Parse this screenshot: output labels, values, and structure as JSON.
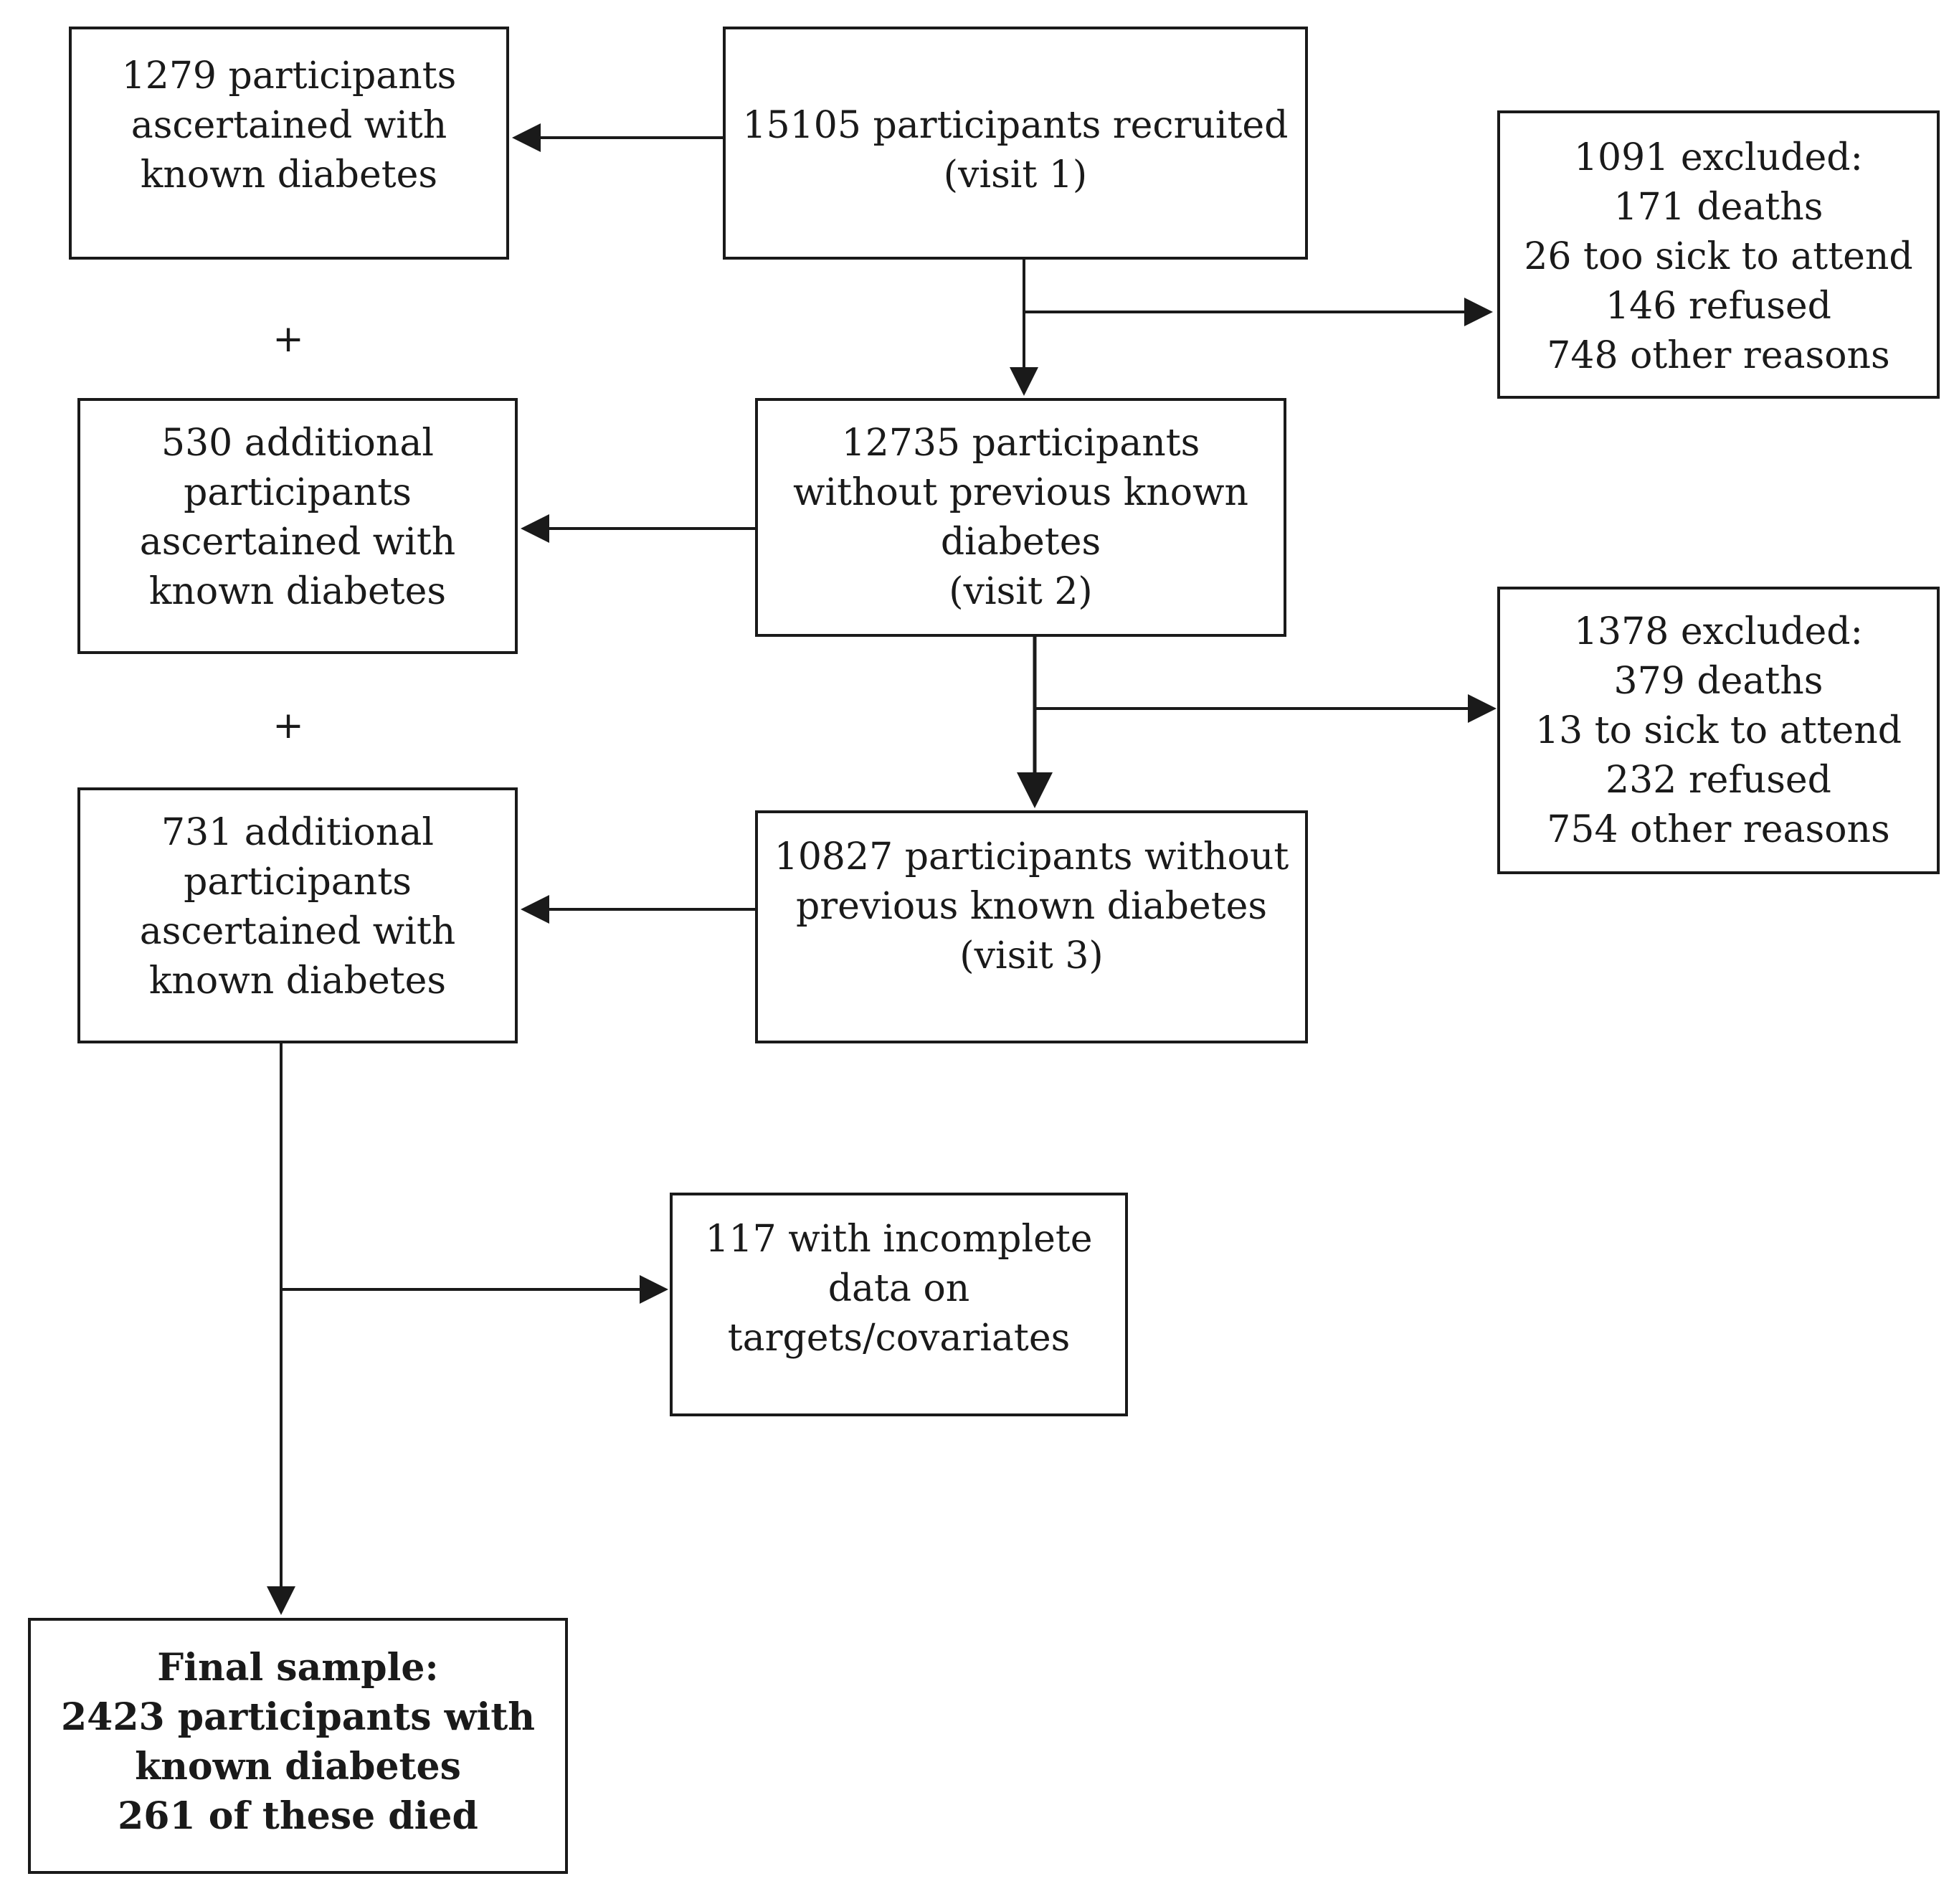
{
  "boxes": {
    "recruited": [
      "15105 participants recruited",
      "(visit 1)"
    ],
    "known_v1": [
      "1279 participants",
      "ascertained with",
      "known diabetes"
    ],
    "excluded_1": [
      "1091 excluded:",
      "171 deaths",
      "26 too sick to attend",
      "146 refused",
      "748 other reasons"
    ],
    "visit2": [
      "12735 participants",
      "without previous known",
      "diabetes",
      "(visit 2)"
    ],
    "known_v2": [
      "530 additional",
      "participants",
      "ascertained with",
      "known diabetes"
    ],
    "excluded_2": [
      "1378 excluded:",
      "379 deaths",
      "13 to sick to attend",
      "232 refused",
      "754 other reasons"
    ],
    "visit3": [
      "10827 participants without",
      "previous known diabetes",
      "(visit 3)"
    ],
    "known_v3": [
      "731 additional",
      "participants",
      "ascertained with",
      "known diabetes"
    ],
    "incomplete": [
      "117 with incomplete",
      "data on",
      "targets/covariates"
    ],
    "final": [
      "Final sample:",
      "2423 participants with",
      "known diabetes",
      "261 of these died"
    ]
  },
  "plus_sign": "+",
  "colors": {
    "stroke": "#1a1a1a",
    "background": "#ffffff"
  }
}
